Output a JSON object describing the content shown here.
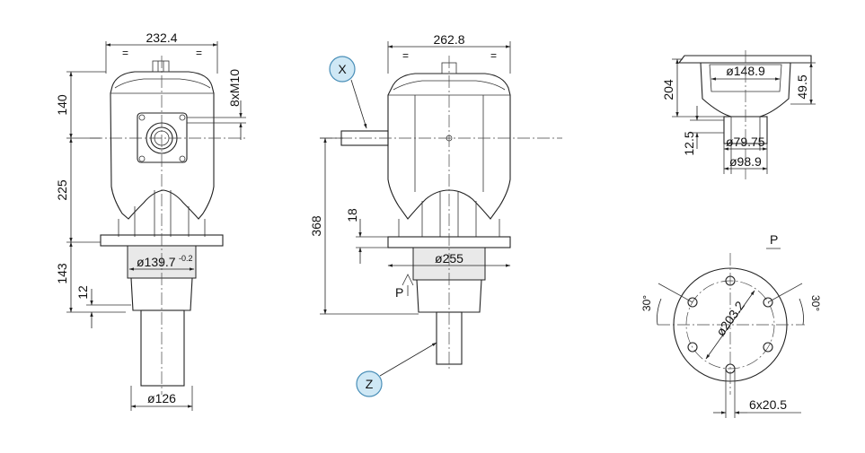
{
  "front_view": {
    "width_dim": "232.4",
    "dim_140": "140",
    "dim_225": "225",
    "dim_143": "143",
    "dim_12": "12",
    "thread_label": "8xM10",
    "flange_label": "ø139.7",
    "tolerance_label": "-0.2",
    "shaft_label": "ø126"
  },
  "side_view": {
    "width_dim": "262.8",
    "dim_368": "368",
    "dim_18": "18",
    "flange_label": "ø255",
    "section_label": "P",
    "callout_x": "X",
    "callout_z": "Z"
  },
  "top_right_view": {
    "dim_204": "204",
    "dim_49_5": "49.5",
    "dim_12_5": "12.5",
    "dia_148_9": "ø148.9",
    "dia_79_75": "ø79.75",
    "dia_98_9": "ø98.9"
  },
  "flange_view": {
    "title": "P",
    "angle_left": "30°",
    "angle_right": "30°",
    "pcd_label": "ø203.2",
    "holes_label": "6x20.5"
  },
  "colors": {
    "line": "#222222",
    "callout_fill": "#cfe8f5",
    "callout_stroke": "#4a8fb8"
  }
}
